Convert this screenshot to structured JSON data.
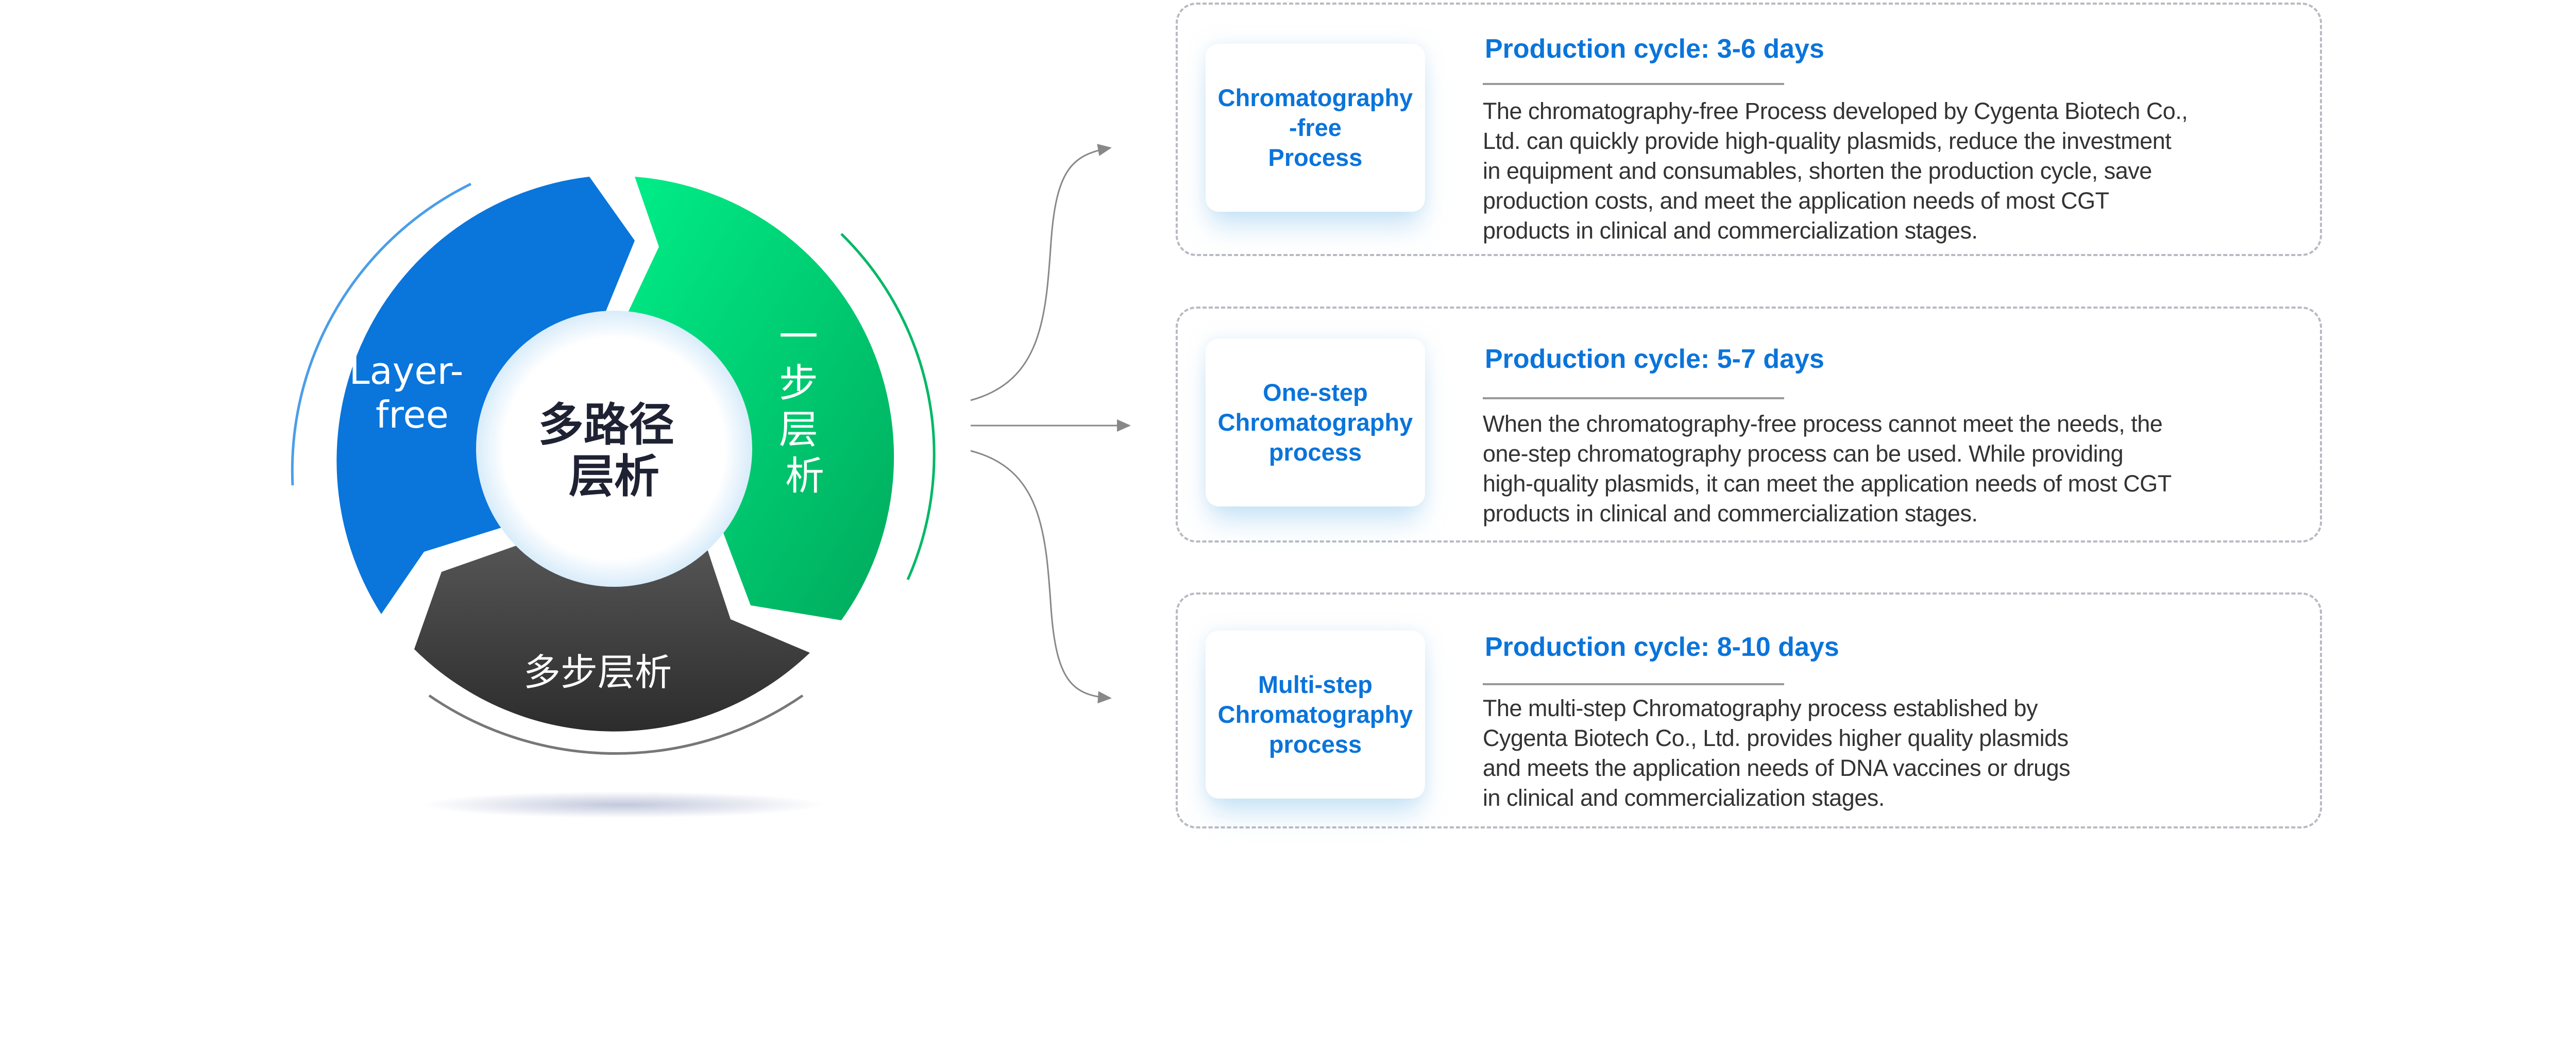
{
  "wheel": {
    "center_label": [
      "多路径",
      "层析"
    ],
    "segments": [
      {
        "label": [
          "Layer-",
          "free"
        ],
        "color": "#0a75db"
      },
      {
        "label": [
          "一",
          "步",
          "层",
          "析"
        ],
        "color": "#00c46a"
      },
      {
        "label": [
          "多步层析"
        ],
        "color": "#3a3a3a"
      }
    ]
  },
  "cards": [
    {
      "badge": [
        "Chromatography",
        "-free",
        "Process"
      ],
      "title": "Production cycle: 3-6 days",
      "body": [
        "The chromatography-free Process developed by Cygenta Biotech Co.,",
        "Ltd. can quickly provide high-quality plasmids, reduce the investment",
        "in equipment and consumables, shorten the production cycle, save",
        "production costs, and meet the application needs of most CGT",
        "products in clinical and commercialization stages."
      ]
    },
    {
      "badge": [
        "One-step",
        "Chromatography",
        "process"
      ],
      "title": "Production cycle: 5-7 days",
      "body": [
        "When the chromatography-free process cannot meet the needs, the",
        "one-step chromatography process can be used. While providing",
        "high-quality plasmids, it can meet the application needs of most CGT",
        "products in clinical and commercialization stages."
      ]
    },
    {
      "badge": [
        "Multi-step",
        "Chromatography",
        "process"
      ],
      "title": "Production cycle: 8-10 days",
      "body": [
        "The multi-step Chromatography process established by",
        "Cygenta Biotech Co., Ltd. provides higher quality plasmids",
        "and meets the application needs of DNA vaccines or drugs",
        "in clinical and commercialization stages."
      ]
    }
  ],
  "colors": {
    "accent": "#0a74da",
    "text": "#333333",
    "border": "#b9b9c2"
  }
}
